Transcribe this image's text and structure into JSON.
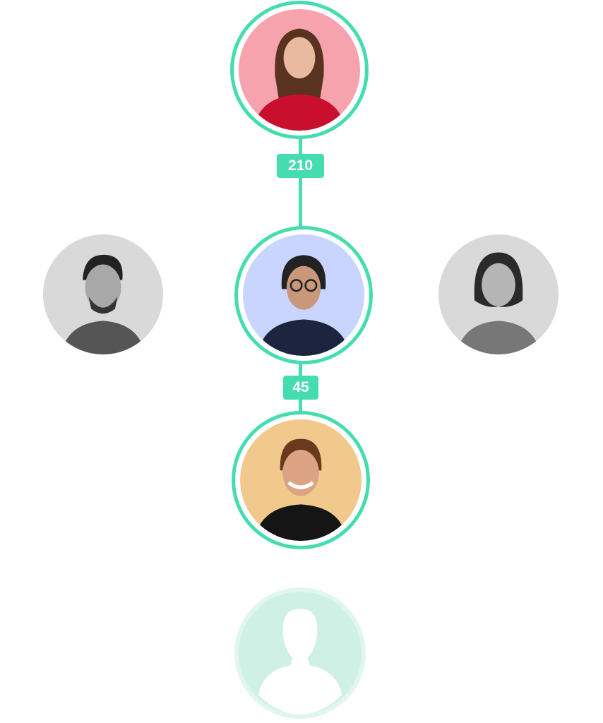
{
  "colors": {
    "accent": "#45DDB0",
    "placeholder": "#CFF0E4"
  },
  "connections": [
    {
      "label": "210"
    },
    {
      "label": "45"
    }
  ],
  "nodes": [
    {
      "role": "top",
      "bg": "#F7A3AE",
      "shirt": "#C8102E",
      "hair": "#5a3220",
      "skin": "#e9b9a0"
    },
    {
      "role": "center",
      "bg": "#C9D5FF",
      "shirt": "#1d2440",
      "hair": "#222",
      "skin": "#c9977a"
    },
    {
      "role": "bottom",
      "bg": "#F2C98C",
      "shirt": "#151515",
      "hair": "#6b3a1e",
      "skin": "#dba283"
    },
    {
      "role": "left-inactive"
    },
    {
      "role": "right-inactive"
    }
  ]
}
